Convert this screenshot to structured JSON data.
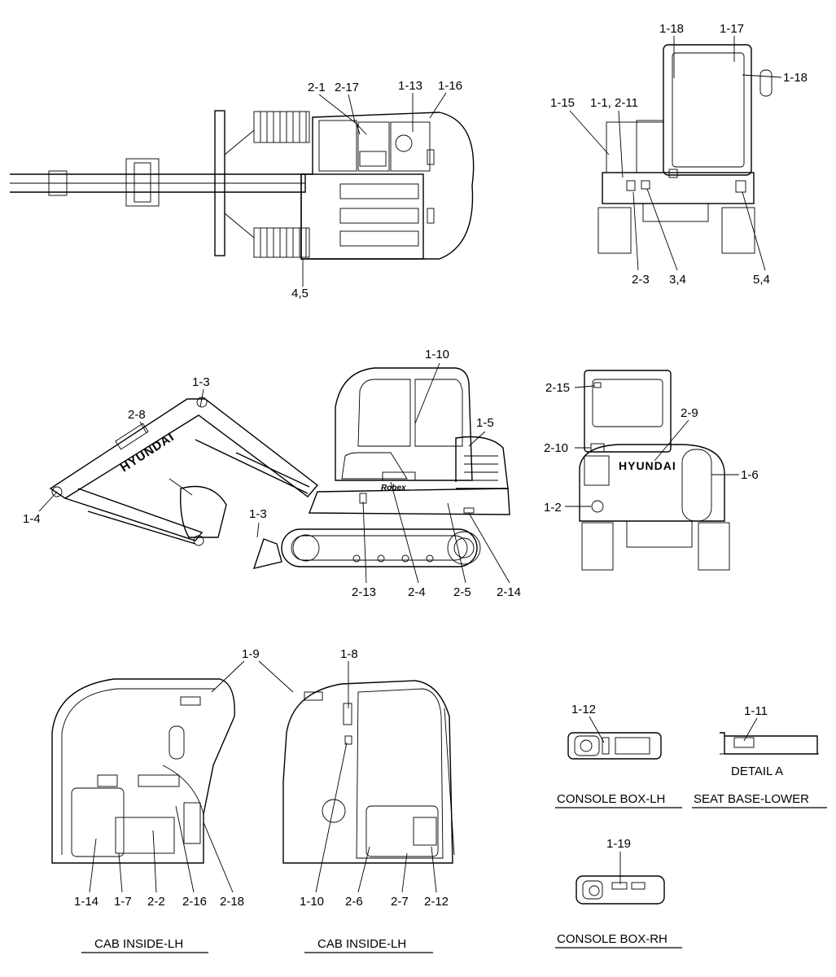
{
  "callouts": {
    "top_view": [
      "2-1",
      "2-17",
      "1-13",
      "1-16",
      "4,5"
    ],
    "rear_upper_view": [
      "1-18",
      "1-17",
      "1-18",
      "1-15",
      "1-1, 2-11",
      "2-3",
      "3,4",
      "5,4"
    ],
    "side_view": [
      "1-10",
      "1-3",
      "2-8",
      "1-5",
      "1-4",
      "1-3",
      "2-13",
      "2-4",
      "2-5",
      "2-14"
    ],
    "rear_view": [
      "2-15",
      "2-9",
      "2-10",
      "1-6",
      "1-2"
    ],
    "cab_left": [
      "1-9",
      "1-14",
      "1-7",
      "2-2",
      "2-16",
      "2-18"
    ],
    "cab_right": [
      "1-8",
      "1-10",
      "2-6",
      "2-7",
      "2-12"
    ],
    "console_lh": [
      "1-12"
    ],
    "seat_base": [
      "1-11"
    ],
    "console_rh": [
      "1-19"
    ]
  },
  "brand": {
    "boom_text": "HYUNDAI",
    "rear_text": "HYUNDAI",
    "side_logo": "Robex"
  },
  "captions": {
    "console_lh": "CONSOLE BOX-LH",
    "seat_base": "SEAT BASE-LOWER",
    "detail": "DETAIL A",
    "console_rh": "CONSOLE BOX-RH",
    "cab_left": "CAB INSIDE-LH",
    "cab_right": "CAB INSIDE-LH"
  }
}
